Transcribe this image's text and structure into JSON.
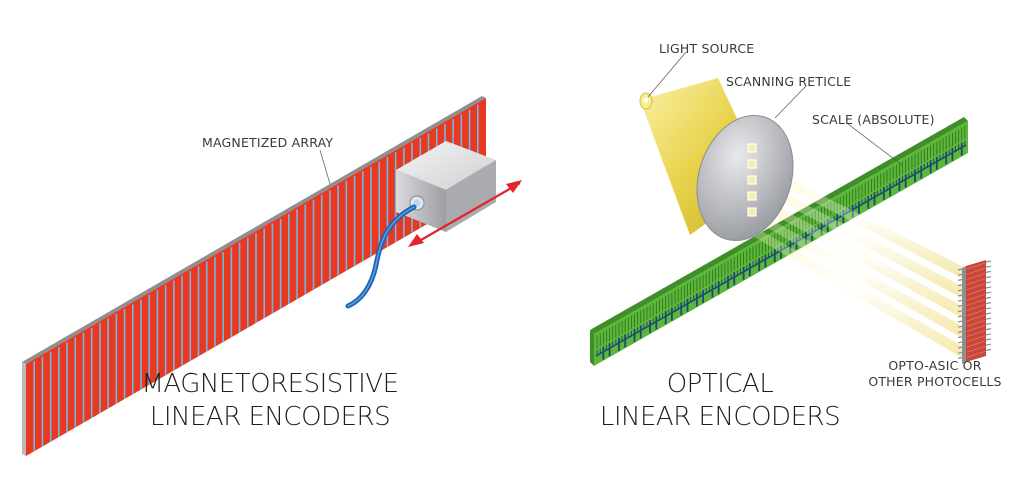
{
  "magnetoresistive": {
    "title_line1": "MAGNETORESISTIVE",
    "title_line2": "LINEAR ENCODERS",
    "labels": {
      "array": "MAGNETIZED ARRAY"
    },
    "colors": {
      "scale": "#e8381f",
      "stripe": "#6fb8e6",
      "cable": "#1f63b8",
      "arrow": "#e2262b",
      "sensor": "#c8c9cb"
    }
  },
  "optical": {
    "title_line1": "OPTICAL",
    "title_line2": "LINEAR ENCODERS",
    "labels": {
      "light_source": "LIGHT SOURCE",
      "reticle": "SCANNING RETICLE",
      "scale": "SCALE (ABSOLUTE)",
      "photocells_line1": "OPTO-ASIC OR",
      "photocells_line2": "OTHER PHOTOCELLS"
    },
    "colors": {
      "scale": "#5cb83a",
      "code": "#1d4a6e",
      "light": "#f3e27a",
      "reticle": "#b9bcc2",
      "asic": "#c9473a"
    }
  }
}
